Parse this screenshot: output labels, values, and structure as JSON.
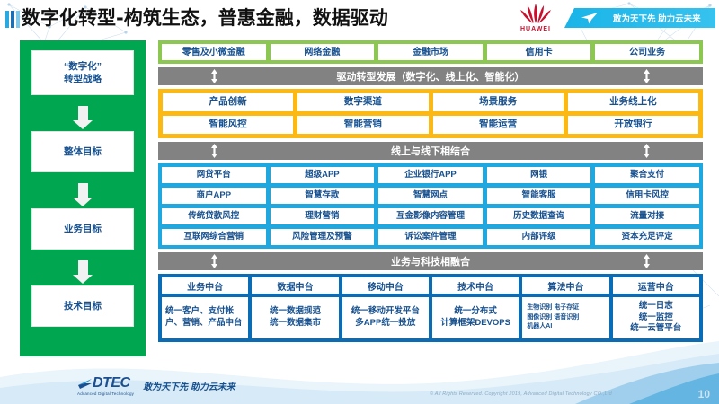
{
  "header": {
    "title": "数字化转型-构筑生态，普惠金融，数据驱动",
    "huawei_wordmark": "HUAWEI",
    "banner_text": "敢为天下先 助力云未来"
  },
  "strategy": {
    "steps": [
      {
        "label": "“数字化”\n转型战略"
      },
      {
        "label": "整体目标"
      },
      {
        "label": "业务目标"
      },
      {
        "label": "技术目标"
      }
    ],
    "step1_line1": "“数字化”",
    "step1_line2": "转型战略",
    "step2": "整体目标",
    "step3": "业务目标",
    "step4": "技术目标"
  },
  "business_lines": {
    "items": [
      "零售及小微金融",
      "网络金融",
      "金融市场",
      "信用卡",
      "公司业务"
    ]
  },
  "connector1": {
    "label": "驱动转型发展（数字化、线上化、智能化）"
  },
  "transformation": {
    "row1": [
      "产品创新",
      "数字渠道",
      "场景服务",
      "业务线上化"
    ],
    "row2": [
      "智能风控",
      "智能营销",
      "智能运营",
      "开放银行"
    ]
  },
  "connector2": {
    "label": "线上与线下相结合"
  },
  "channels": {
    "row1": [
      "网贷平台",
      "超级APP",
      "企业银行APP",
      "网银",
      "聚合支付"
    ],
    "row2": [
      "商户APP",
      "智慧存款",
      "智慧网点",
      "智能客服",
      "信用卡风控"
    ],
    "row3": [
      "传统贷款风控",
      "理财营销",
      "互金影像内容管理",
      "历史数据查询",
      "流量对接"
    ],
    "row4": [
      "互联网综合营销",
      "风险管理及预警",
      "诉讼案件管理",
      "内部评级",
      "资本充足评定"
    ]
  },
  "connector3": {
    "label": "业务与科技相融合"
  },
  "midplatform": {
    "columns": [
      {
        "head": "业务中台",
        "body": "统一客户、支付帐户、营销、产品中台",
        "style": "left"
      },
      {
        "head": "数据中台",
        "body": "统一数据规范\n统一数据集市",
        "body_lines": [
          "统一数据规范",
          "统一数据集市"
        ],
        "style": "center"
      },
      {
        "head": "移动中台",
        "body_lines": [
          "统一移动开发平台",
          "多APP统一投放"
        ],
        "style": "center"
      },
      {
        "head": "技术中台",
        "body_lines": [
          "统一分布式",
          "计算框架DEVOPS"
        ],
        "style": "center"
      },
      {
        "head": "算法中台",
        "body_lines": [
          "生物识别 电子存证",
          "图像识别 语音识别",
          "机器人AI"
        ],
        "style": "tiny"
      },
      {
        "head": "运营中台",
        "body_lines": [
          "统一日志",
          "统一监控",
          "统一云管平台"
        ],
        "style": "center"
      }
    ]
  },
  "footer": {
    "logo_word": "DTEC",
    "logo_sub": "Advanced Digital Technology",
    "slogan": "敢为天下先   助力云未来",
    "copyright": "© All Rights Reserved. Copyright 2019, Advanced Digital Technology CO.,Ltd",
    "page_number": "10"
  },
  "colors": {
    "green_strategy": "#00a650",
    "green_band": "#8cc751",
    "orange_band": "#fcb813",
    "cyan_band": "#1fa8e0",
    "blue_band": "#0a6cb4",
    "gray_bar": "#828282",
    "text_blue": "#17518f",
    "huawei_red": "#c8102e"
  }
}
